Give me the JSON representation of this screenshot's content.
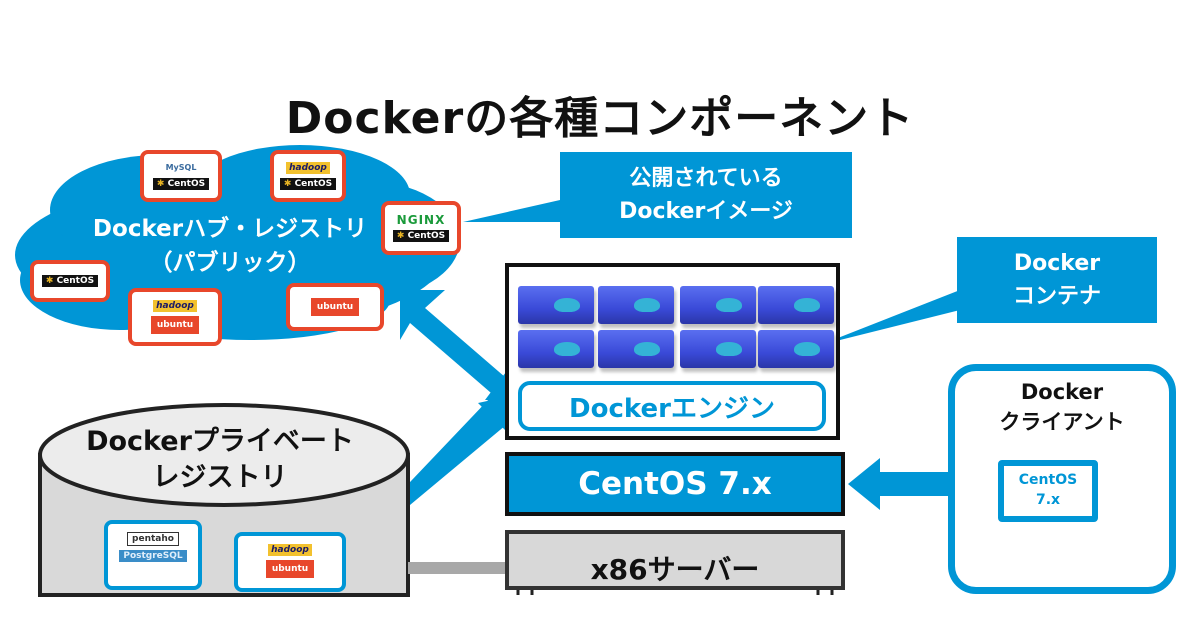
{
  "title": "Dockerの各種コンポーネント",
  "public_registry": {
    "label_line1": "Dockerハブ・レジストリ",
    "label_line2": "（パブリック）",
    "images": [
      {
        "logos": [
          "MySQL",
          "CentOS"
        ]
      },
      {
        "logos": [
          "hadoop",
          "CentOS"
        ]
      },
      {
        "logos": [
          "NGINX",
          "CentOS"
        ]
      },
      {
        "logos": [
          "CentOS"
        ]
      },
      {
        "logos": [
          "hadoop",
          "ubuntu"
        ]
      },
      {
        "logos": [
          "ubuntu"
        ]
      }
    ]
  },
  "callouts": {
    "public_images": {
      "line1": "公開されている",
      "line2": "Dockerイメージ"
    },
    "container": {
      "line1": "Docker",
      "line2": "コンテナ"
    }
  },
  "engine": {
    "container_count": 8,
    "label": "Dockerエンジン"
  },
  "os_layer": {
    "label": "CentOS 7.x"
  },
  "server": {
    "label": "x86サーバー"
  },
  "private_registry": {
    "label_line1": "Dockerプライベート",
    "label_line2": "レジストリ",
    "images": [
      {
        "logos": [
          "pentaho",
          "PostgreSQL"
        ]
      },
      {
        "logos": [
          "hadoop",
          "ubuntu"
        ]
      }
    ]
  },
  "client": {
    "label_line1": "Docker",
    "label_line2": "クライアント",
    "screen_line1": "CentOS",
    "screen_line2": "7.x"
  },
  "colors": {
    "accent": "#0096d6",
    "badge_border": "#e8472b",
    "cylinder": "#d9d9d9"
  }
}
